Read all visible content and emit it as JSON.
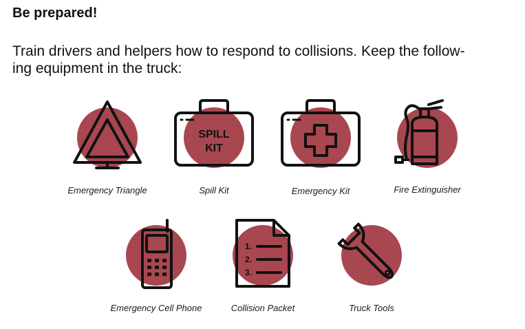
{
  "heading": "Be prepared!",
  "intro": {
    "line1": "Train drivers and helpers how to respond to collisions. Keep the follow-",
    "line2": "ing equipment in the truck:"
  },
  "colors": {
    "accent_circle": "#a84750",
    "stroke": "#111111"
  },
  "equipment": [
    {
      "label": "Emergency Triangle",
      "icon": "warning-triangle-icon"
    },
    {
      "label": "Spill Kit",
      "icon": "spill-kit-case-icon",
      "case_text_1": "SPILL",
      "case_text_2": "KIT"
    },
    {
      "label": "Emergency Kit",
      "icon": "first-aid-kit-icon"
    },
    {
      "label": "Fire Extinguisher",
      "icon": "fire-extinguisher-icon"
    },
    {
      "label": "Emergency Cell Phone",
      "icon": "cell-phone-icon"
    },
    {
      "label": "Collision Packet",
      "icon": "document-list-icon",
      "list_1": "1.",
      "list_2": "2.",
      "list_3": "3."
    },
    {
      "label": "Truck Tools",
      "icon": "wrench-icon"
    }
  ]
}
